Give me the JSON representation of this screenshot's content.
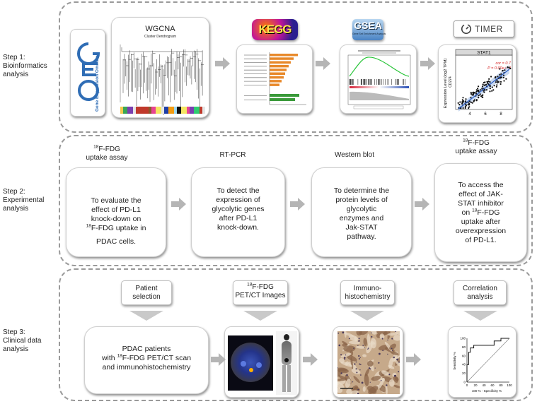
{
  "steps": [
    {
      "label_line1": "Step 1:",
      "label_line2": "Bioinformatics",
      "label_line3": "analysis"
    },
    {
      "label_line1": "Step 2:",
      "label_line2": "Experimental",
      "label_line3": "analysis"
    },
    {
      "label_line1": "Step 3:",
      "label_line2": "Clinical data",
      "label_line3": "analysis"
    }
  ],
  "step1": {
    "geo_text": "Gene Expression Omnibus",
    "wgcna_title": "WGCNA",
    "wgcna_subtitle": "Cluster Dendrogram",
    "kegg_logo": "KEGG",
    "gsea_logo": "GSEA",
    "gsea_subtitle": "Gene Set Enrichment Analysis",
    "timer_label": "TIMER",
    "scatter_title": "STAT1",
    "scatter_ylabel": "Expression Level (log2 TPM)",
    "scatter_cd274": "CD274",
    "scatter_cor": "cor = 0.7",
    "scatter_p": "P = 0.00e+00",
    "scatter_xticks": [
      "4",
      "6",
      "8"
    ]
  },
  "step2": {
    "captions": [
      {
        "iso": "18",
        "line1": "F-FDG",
        "line2": "uptake assay"
      },
      {
        "line1": "RT-PCR"
      },
      {
        "line1": "Western blot"
      },
      {
        "iso": "18",
        "line1": "F-FDG",
        "line2": "uptake assay"
      }
    ],
    "cards": [
      {
        "l1": "To evaluate the",
        "l2": "effect of PD-L1",
        "l3": "knock-down on",
        "iso": "18",
        "l4": "F-FDG uptake in",
        "l5": "PDAC cells."
      },
      {
        "l1": "To detect the",
        "l2": "expression of",
        "l3": "glycolytic genes",
        "l4": "after PD-L1",
        "l5": "knock-down."
      },
      {
        "l1": "To determine the",
        "l2": "protein levels of",
        "l3": "glycolytic",
        "l4": "enzymes  and",
        "l5": "Jak-STAT",
        "l6": "pathway."
      },
      {
        "l1": "To access the",
        "l2": "effect of JAK-",
        "l3": "STAT inhibitor",
        "l4": "on",
        "iso": "18",
        "l5": "F-FDG",
        "l6": "uptake after",
        "l7": "overexpression",
        "l8": "of PD-L1."
      }
    ]
  },
  "step3": {
    "tags": [
      {
        "line1": "Patient",
        "line2": "selection"
      },
      {
        "iso": "18",
        "line1": "F-FDG",
        "line2": "PET/CT Images"
      },
      {
        "line1": "Immuno-",
        "line2": "histochemistry"
      },
      {
        "line1": "Correlation",
        "line2": "analysis"
      }
    ],
    "patients_card": {
      "l1": "PDAC patients",
      "l2a": "with ",
      "iso": "18",
      "l2b": "F-FDG PET/CT scan",
      "l3": "and immunohistochemistry"
    },
    "roc": {
      "ylabel": "Sensitivity %",
      "xlabel": "100 % - Specificity %",
      "yticks": [
        "0",
        "20",
        "40",
        "60",
        "80",
        "100"
      ],
      "xticks": [
        "0",
        "20",
        "40",
        "60",
        "80",
        "100"
      ]
    }
  }
}
